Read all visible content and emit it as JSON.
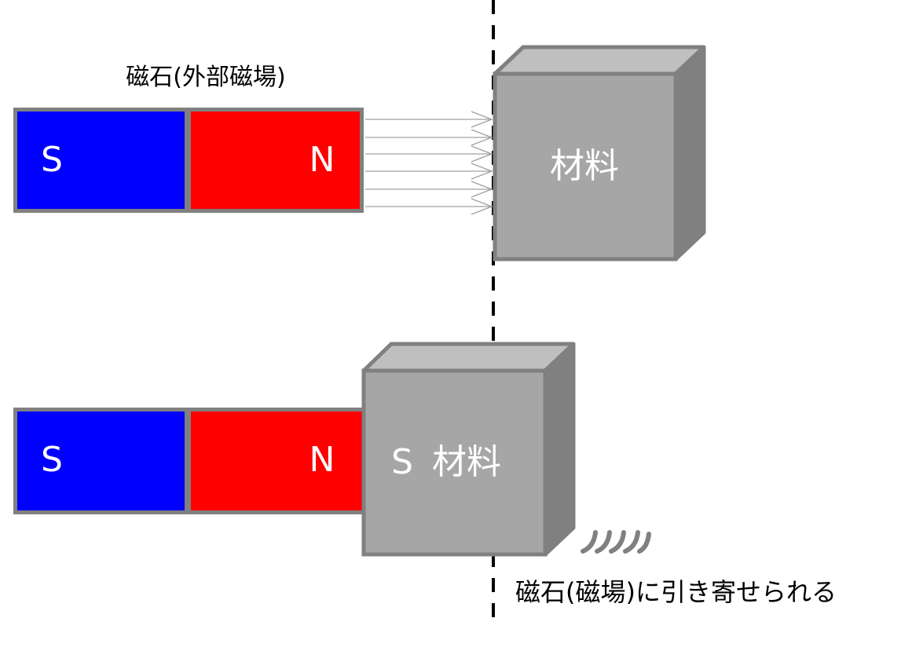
{
  "diagram": {
    "top_label": "磁石(外部磁場)",
    "bottom_label": "磁石(磁場)に引き寄せられる",
    "top": {
      "magnet": {
        "left_pole": "S",
        "right_pole": "N"
      },
      "material": {
        "label": "材料"
      }
    },
    "bottom": {
      "magnet": {
        "left_pole": "S",
        "right_pole": "N"
      },
      "material": {
        "pole": "S",
        "label": "材料"
      }
    }
  },
  "colors": {
    "south_pole": "#0000ff",
    "north_pole": "#ff0000",
    "magnet_border": "#808080",
    "cube_front": "#a6a6a6",
    "cube_top": "#bfbfbf",
    "cube_side": "#808080",
    "field_line": "#a0a0a0",
    "dashed_line": "#000000"
  }
}
